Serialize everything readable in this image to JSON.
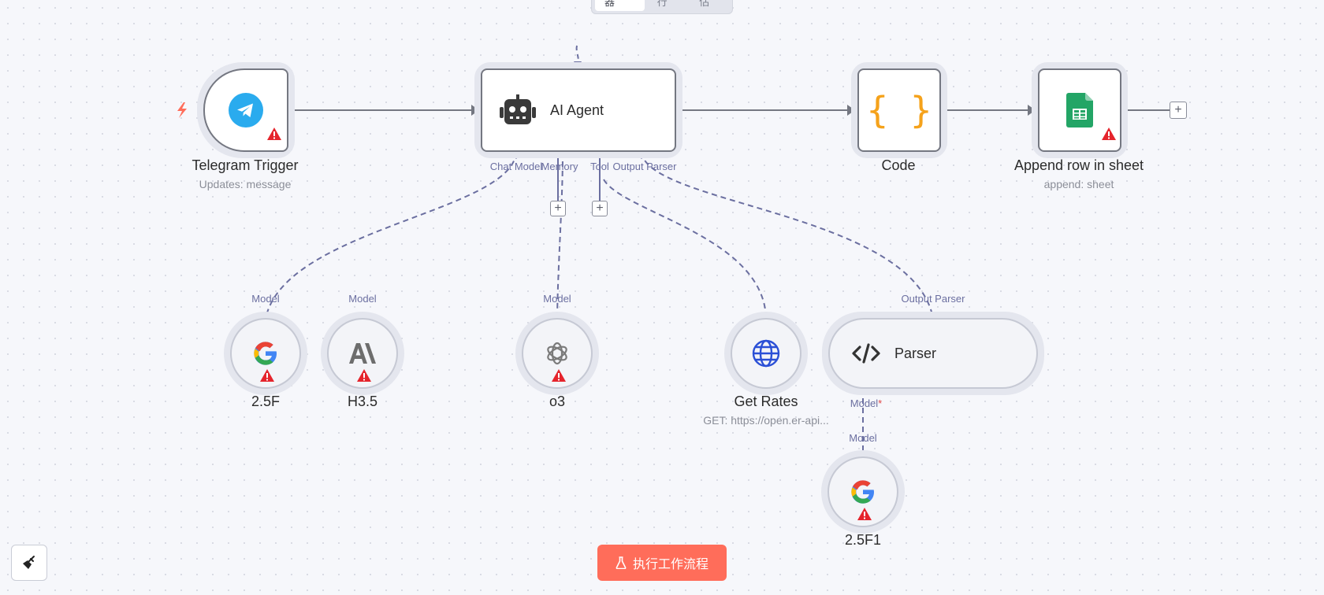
{
  "tabs": [
    {
      "label": "编辑器",
      "active": true
    },
    {
      "label": "执行",
      "active": false
    },
    {
      "label": "评估",
      "active": false
    }
  ],
  "nodes": {
    "telegram": {
      "title": "Telegram Trigger",
      "subtitle": "Updates: message",
      "icon": "telegram-icon"
    },
    "agent": {
      "title": "AI Agent",
      "icon": "robot-icon"
    },
    "code": {
      "title": "Code",
      "icon": "code-braces-icon"
    },
    "sheets": {
      "title": "Append row in sheet",
      "subtitle": "append: sheet",
      "icon": "google-sheets-icon"
    },
    "gemini1": {
      "title": "2.5F",
      "icon": "google-icon"
    },
    "haiku": {
      "title": "H3.5",
      "icon": "anthropic-icon"
    },
    "o3": {
      "title": "o3",
      "icon": "openai-icon"
    },
    "rates": {
      "title": "Get Rates",
      "subtitle": "GET: https://open.er-api...",
      "icon": "globe-icon"
    },
    "parser": {
      "title": "Parser",
      "icon": "code-tag-icon"
    },
    "gemini2": {
      "title": "2.5F1",
      "icon": "google-icon"
    }
  },
  "agent_ports": {
    "chat_model": "Chat Model",
    "memory": "Memory",
    "tool": "Tool",
    "output_parser": "Output Parser"
  },
  "sub_ports": {
    "model": "Model",
    "output_parser": "Output Parser",
    "parser_model": "Model",
    "required_mark": "*"
  },
  "buttons": {
    "execute": "执行工作流程"
  },
  "colors": {
    "accent": "#ff6d5a",
    "warning": "#e5242c",
    "connection_ai": "#6b6fa0",
    "connection_main": "#747781"
  }
}
